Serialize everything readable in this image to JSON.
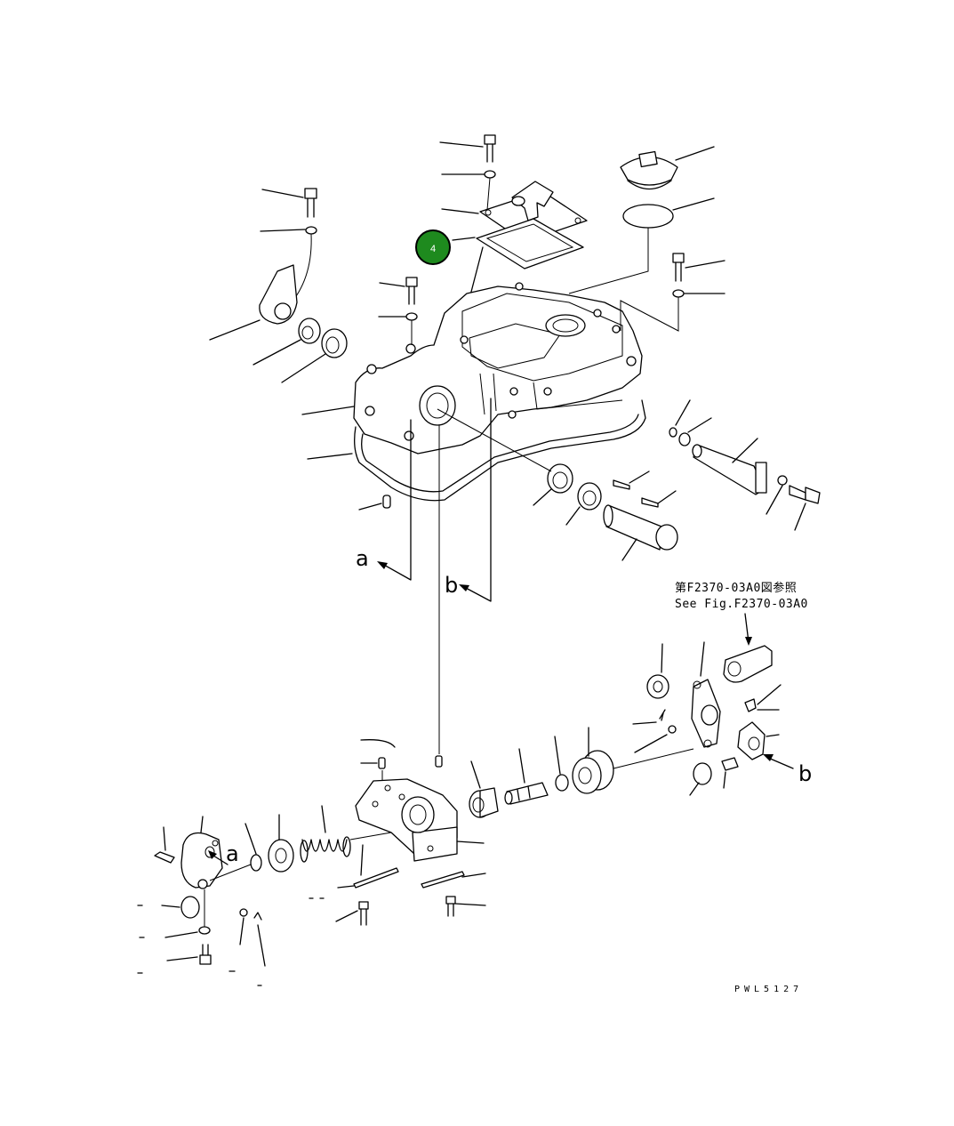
{
  "diagram": {
    "callout_number": "4",
    "callout_color": "#1e8a1e",
    "reference_jp": "第F2370-03A0図参照",
    "reference_en": "See Fig.F2370-03A0",
    "figure_code": "PWL5127",
    "marker_a": "a",
    "marker_b": "b"
  }
}
